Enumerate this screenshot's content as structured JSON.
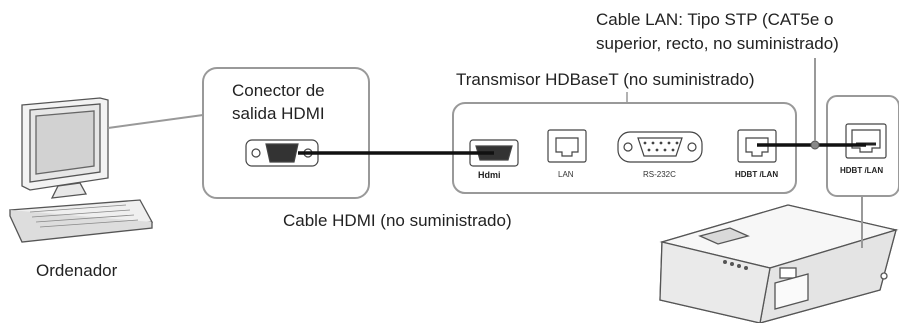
{
  "labels": {
    "lan_cable_line1": "Cable LAN: Tipo STP (CAT5e o",
    "lan_cable_line2": "superior, recto, no suministrado)",
    "transmitter": "Transmisor HDBaseT (no suministrado)",
    "connector_line1": "Conector de",
    "connector_line2": "salida HDMI",
    "hdmi_cable": "Cable HDMI (no suministrado)",
    "computer": "Ordenador"
  },
  "ports": {
    "hdmi_brand": "Hdmi",
    "lan": "LAN",
    "rs232c": "RS-232C",
    "hdbt_lan_tx": "HDBT /LAN",
    "hdbt_lan_rx": "HDBT /LAN"
  }
}
